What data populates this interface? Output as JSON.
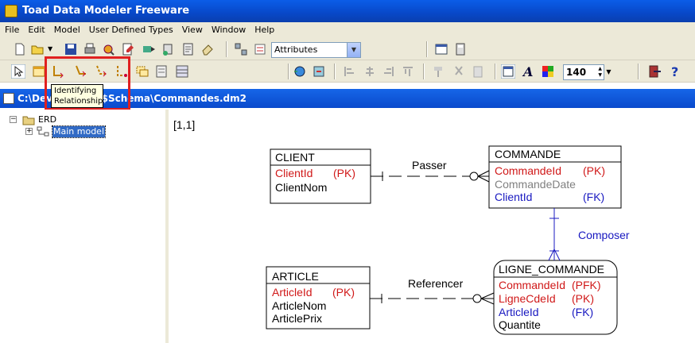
{
  "window": {
    "title": "Toad Data Modeler Freeware"
  },
  "menu": [
    "File",
    "Edit",
    "Model",
    "User Defined Types",
    "View",
    "Window",
    "Help"
  ],
  "toolbar": {
    "attributes_select": "Attributes",
    "zoom_value": "140"
  },
  "tooltip": {
    "line1": "Identifying",
    "line2": "Relationship"
  },
  "document": {
    "path": "C:\\Dev\\        \\chema\\$Schema\\Commandes.dm2"
  },
  "tree": {
    "root": "ERD",
    "child": "Main model"
  },
  "canvas": {
    "coords": "[1,1]",
    "entities": {
      "client": {
        "name": "CLIENT",
        "attrs": [
          {
            "name": "ClientId",
            "key": "(PK)"
          },
          {
            "name": "ClientNom",
            "key": ""
          }
        ]
      },
      "commande": {
        "name": "COMMANDE",
        "attrs": [
          {
            "name": "CommandeId",
            "key": "(PK)"
          },
          {
            "name": "CommandeDate",
            "key": ""
          },
          {
            "name": "ClientId",
            "key": "(FK)"
          }
        ]
      },
      "article": {
        "name": "ARTICLE",
        "attrs": [
          {
            "name": "ArticleId",
            "key": "(PK)"
          },
          {
            "name": "ArticleNom",
            "key": ""
          },
          {
            "name": "ArticlePrix",
            "key": ""
          }
        ]
      },
      "ligne": {
        "name": "LIGNE_COMMANDE",
        "attrs": [
          {
            "name": "CommandeId",
            "key": "(PFK)"
          },
          {
            "name": "LigneCdeId",
            "key": "(PK)"
          },
          {
            "name": "ArticleId",
            "key": "(FK)"
          },
          {
            "name": "Quantite",
            "key": ""
          }
        ]
      }
    },
    "relations": {
      "passer": "Passer",
      "composer": "Composer",
      "referencer": "Referencer"
    }
  },
  "colors": {
    "pk": "#d01818",
    "fk": "#1818c0",
    "gray": "#808080",
    "title_blue": "#0a4acc"
  }
}
